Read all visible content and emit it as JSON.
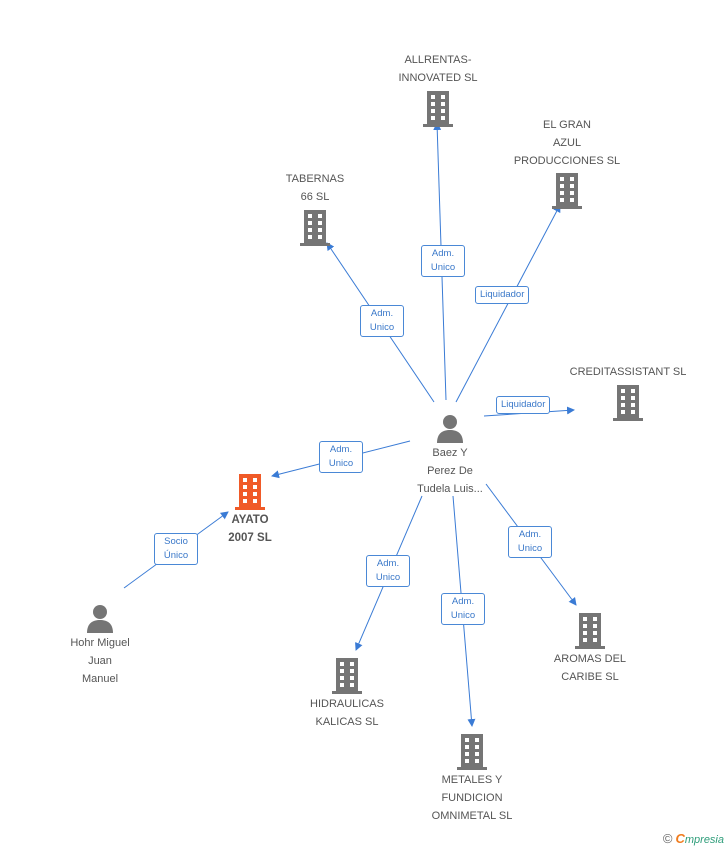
{
  "colors": {
    "edge": "#3a7bd5",
    "building": "#757575",
    "building_focus": "#f05a28",
    "person": "#757575"
  },
  "nodes": {
    "allrentas": "ALLRENTAS-\nINNOVATED SL",
    "elgran": "EL GRAN\nAZUL\nPRODUCCIONES SL",
    "tabernas": "TABERNAS\n66 SL",
    "creditassistant": "CREDITASSISTANT SL",
    "baez": "Baez Y\nPerez De\nTudela Luis...",
    "ayato": "AYATO\n2007 SL",
    "hohr": "Hohr Miguel\nJuan\nManuel",
    "hidraulicas": "HIDRAULICAS\nKALICAS SL",
    "metales": "METALES Y\nFUNDICION\nOMNIMETAL SL",
    "aromas": "AROMAS DEL\nCARIBE SL"
  },
  "roles": {
    "allrentas": "Adm.\nUnico",
    "elgran": "Liquidador",
    "tabernas": "Adm.\nUnico",
    "creditassistant": "Liquidador",
    "ayato": "Adm.\nUnico",
    "hohr": "Socio\nÚnico",
    "hidraulicas": "Adm.\nUnico",
    "metales": "Adm.\nUnico",
    "aromas": "Adm.\nUnico"
  },
  "footer": {
    "copyright": "©",
    "brand_initial": "C",
    "brand_rest": "mpresia"
  }
}
